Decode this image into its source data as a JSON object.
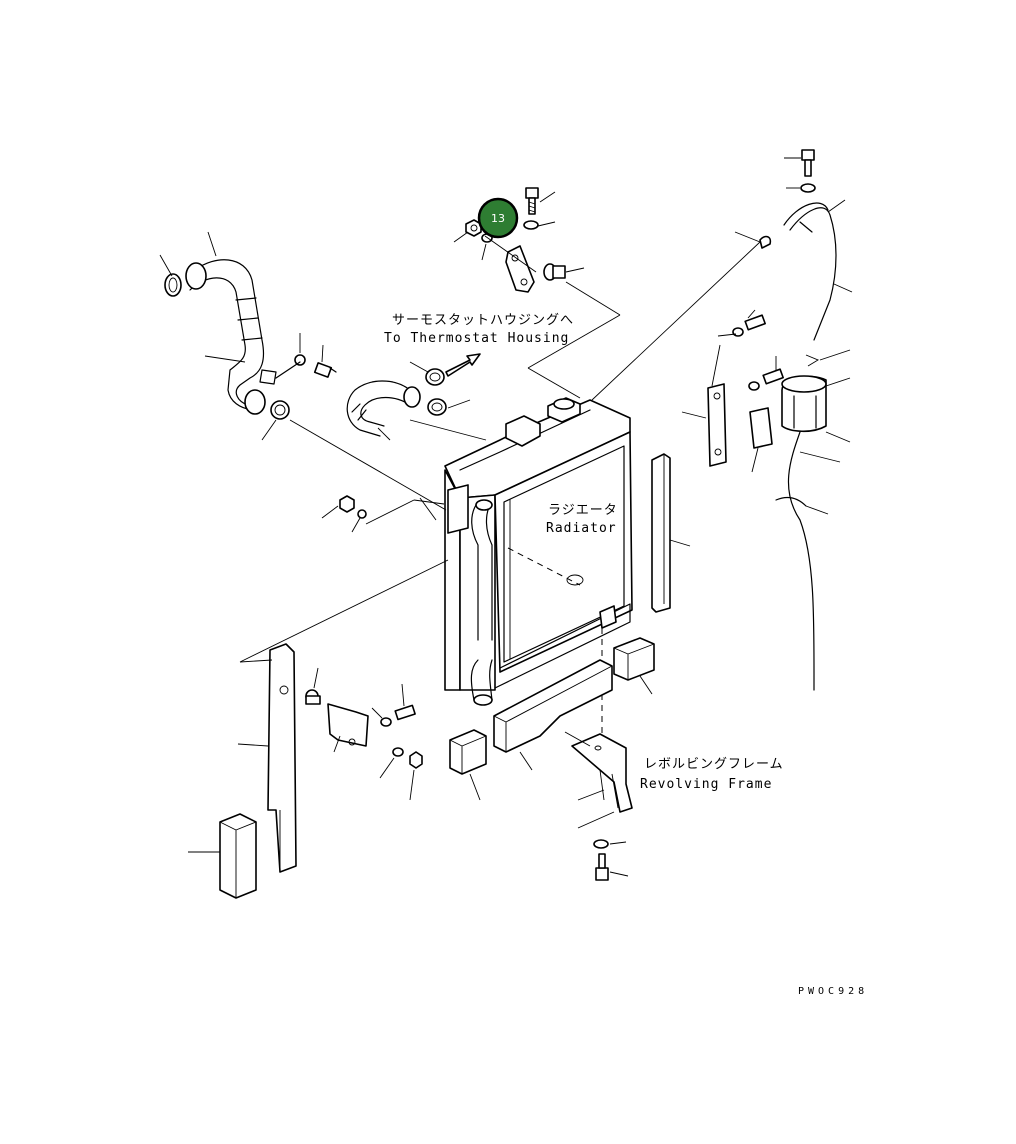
{
  "labels": {
    "thermostat_jp": "サーモスタットハウジングへ",
    "thermostat_en": "To Thermostat Housing",
    "radiator_jp": "ラジエータ",
    "radiator_en": "Radiator",
    "frame_jp": "レボルビングフレーム",
    "frame_en": "Revolving Frame",
    "drawing_code": "PWOC928"
  },
  "callout": {
    "number": "13",
    "color": "#2e7d32"
  }
}
